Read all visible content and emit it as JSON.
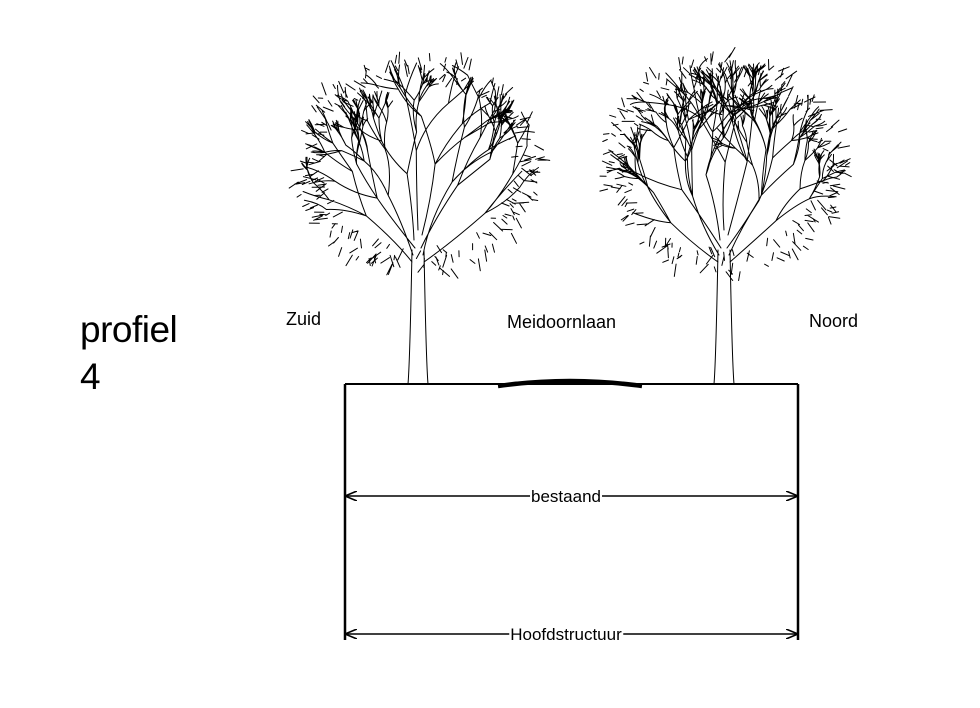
{
  "profile": {
    "line1": "profiel",
    "line2": "4"
  },
  "labels": {
    "south": "Zuid",
    "street": "Meidoornlaan",
    "north": "Noord"
  },
  "dimensions": {
    "existing": "bestaand",
    "main_structure": "Hoofdstructuur"
  },
  "trees": [
    {
      "name": "tree-south",
      "side": "south"
    },
    {
      "name": "tree-north",
      "side": "north"
    }
  ],
  "colors": {
    "ink": "#000000",
    "paper": "#ffffff"
  },
  "icons": {
    "arrow": "arrowhead-icon",
    "tree": "tree-icon"
  }
}
